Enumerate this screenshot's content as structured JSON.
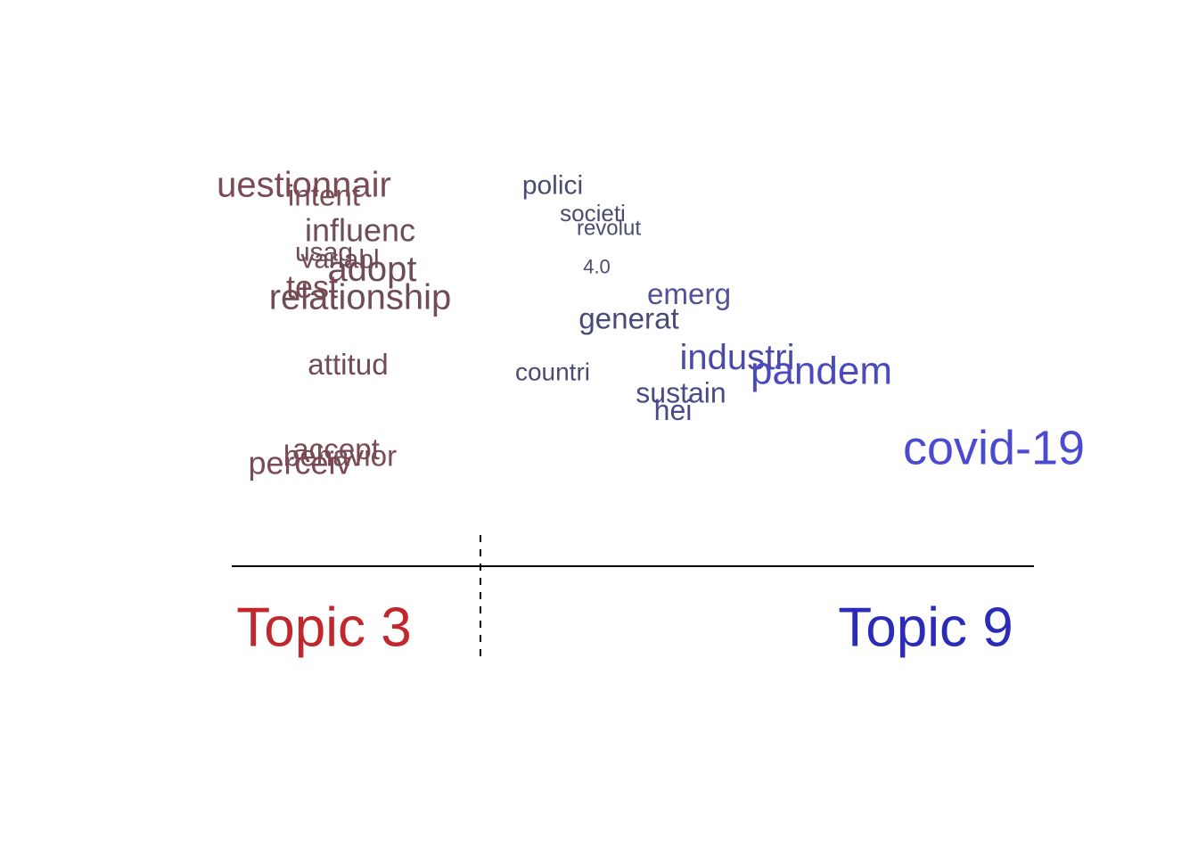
{
  "chart_data": {
    "type": "scatter",
    "x_label_axis": [
      "Topic 3",
      "Topic 9"
    ],
    "xlim": [
      -1,
      1
    ],
    "ylim": [
      0,
      1
    ],
    "divider_x": -0.38,
    "topic_colors": {
      "left": "#C1272D",
      "right": "#2B2BB8"
    },
    "words": [
      {
        "text": "uestionnair",
        "x": -0.82,
        "y": 0.95,
        "size": 1.0,
        "color": "#7A4A55"
      },
      {
        "text": "intent",
        "x": -0.77,
        "y": 0.92,
        "size": 0.83,
        "color": "#7A4A55"
      },
      {
        "text": "influenc",
        "x": -0.68,
        "y": 0.82,
        "size": 0.9,
        "color": "#704C55"
      },
      {
        "text": "usag",
        "x": -0.77,
        "y": 0.76,
        "size": 0.75,
        "color": "#704C55"
      },
      {
        "text": "variabl",
        "x": -0.73,
        "y": 0.74,
        "size": 0.75,
        "color": "#704C55"
      },
      {
        "text": "adopt",
        "x": -0.65,
        "y": 0.71,
        "size": 1.0,
        "color": "#6D4C54"
      },
      {
        "text": "test",
        "x": -0.8,
        "y": 0.66,
        "size": 0.9,
        "color": "#7A4A55"
      },
      {
        "text": "relationship",
        "x": -0.68,
        "y": 0.63,
        "size": 1.0,
        "color": "#704C55"
      },
      {
        "text": "attitud",
        "x": -0.71,
        "y": 0.44,
        "size": 0.83,
        "color": "#704C55"
      },
      {
        "text": "accept",
        "x": -0.74,
        "y": 0.2,
        "size": 0.83,
        "color": "#7A4A55"
      },
      {
        "text": "behavior",
        "x": -0.73,
        "y": 0.18,
        "size": 0.83,
        "color": "#7A4A55"
      },
      {
        "text": "perceiv",
        "x": -0.83,
        "y": 0.16,
        "size": 0.9,
        "color": "#7A4A55"
      },
      {
        "text": "polici",
        "x": -0.2,
        "y": 0.95,
        "size": 0.75,
        "color": "#4A4A72"
      },
      {
        "text": "societi",
        "x": -0.1,
        "y": 0.87,
        "size": 0.65,
        "color": "#4A4A72"
      },
      {
        "text": "revolut",
        "x": -0.06,
        "y": 0.83,
        "size": 0.6,
        "color": "#4A4A72"
      },
      {
        "text": "4.0",
        "x": -0.09,
        "y": 0.72,
        "size": 0.55,
        "color": "#4A4A72"
      },
      {
        "text": "emerg",
        "x": 0.14,
        "y": 0.64,
        "size": 0.83,
        "color": "#52529A"
      },
      {
        "text": "generat",
        "x": -0.01,
        "y": 0.57,
        "size": 0.83,
        "color": "#4A4A7A"
      },
      {
        "text": "industri",
        "x": 0.26,
        "y": 0.46,
        "size": 1.0,
        "color": "#4A4AA8"
      },
      {
        "text": "pandem",
        "x": 0.47,
        "y": 0.42,
        "size": 1.1,
        "color": "#4B4BC0"
      },
      {
        "text": "countri",
        "x": -0.2,
        "y": 0.42,
        "size": 0.7,
        "color": "#4A4A72"
      },
      {
        "text": "sustain",
        "x": 0.12,
        "y": 0.36,
        "size": 0.8,
        "color": "#4A4A88"
      },
      {
        "text": "hei",
        "x": 0.1,
        "y": 0.31,
        "size": 0.8,
        "color": "#4A4A88"
      },
      {
        "text": "covid-19",
        "x": 0.9,
        "y": 0.2,
        "size": 1.35,
        "color": "#4B4BD0"
      }
    ]
  }
}
